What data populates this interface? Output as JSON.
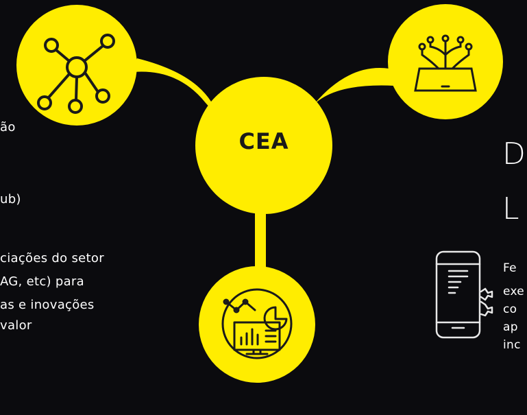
{
  "center": {
    "label": "CEA"
  },
  "nodes": [
    {
      "id": "top-left",
      "icon": "network-nodes-icon"
    },
    {
      "id": "top-right",
      "icon": "tablet-circuit-icon"
    },
    {
      "id": "bottom",
      "icon": "analytics-monitor-icon"
    }
  ],
  "left_text": {
    "lines": [
      "ão",
      "ub)",
      "ciações do setor",
      "AG, etc) para",
      "as e inovações",
      "valor"
    ]
  },
  "right_title": {
    "line1": "D",
    "line2": "L"
  },
  "right_text": {
    "icon": "smartphone-gear-icon",
    "lines": [
      "Fe",
      "exe",
      "co",
      "ap",
      "inc"
    ]
  },
  "colors": {
    "accent": "#ffed00",
    "background": "#0b0b0e",
    "text": "#ffffff"
  }
}
